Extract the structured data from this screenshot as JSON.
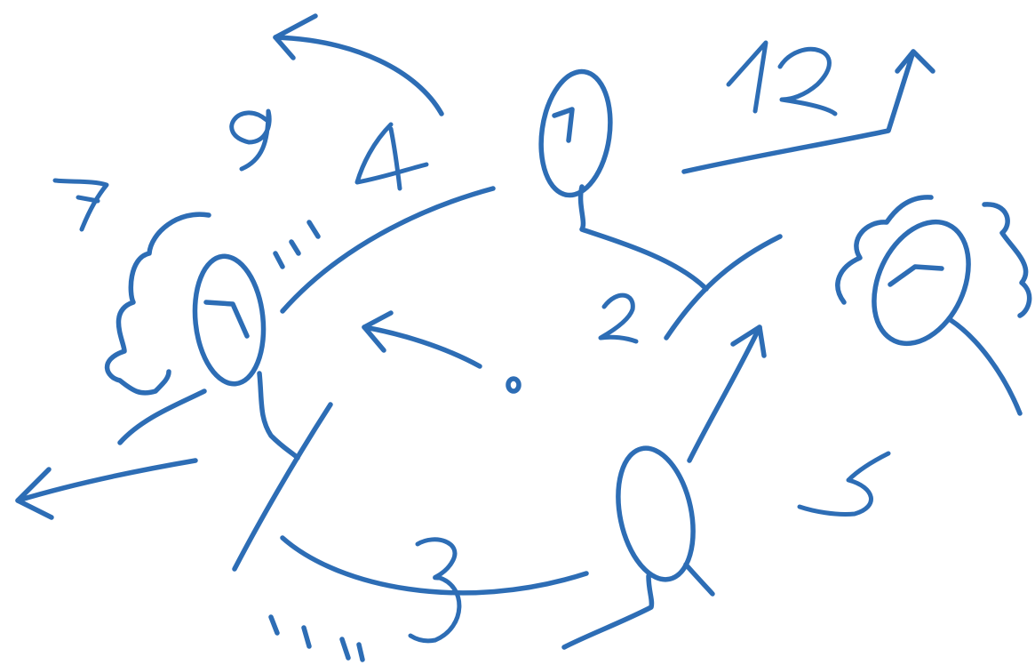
{
  "diagram": {
    "ink_color": "#2d6db5",
    "background_color": "#ffffff",
    "center_mark": "o",
    "numbers": [
      "7",
      "9",
      "4",
      "12",
      "2",
      "5",
      "3"
    ],
    "figures": [
      {
        "label_icon": "head-icon-top"
      },
      {
        "label_icon": "head-icon-left-curly"
      },
      {
        "label_icon": "head-icon-right-curly"
      },
      {
        "label_icon": "head-icon-bottom"
      }
    ]
  }
}
